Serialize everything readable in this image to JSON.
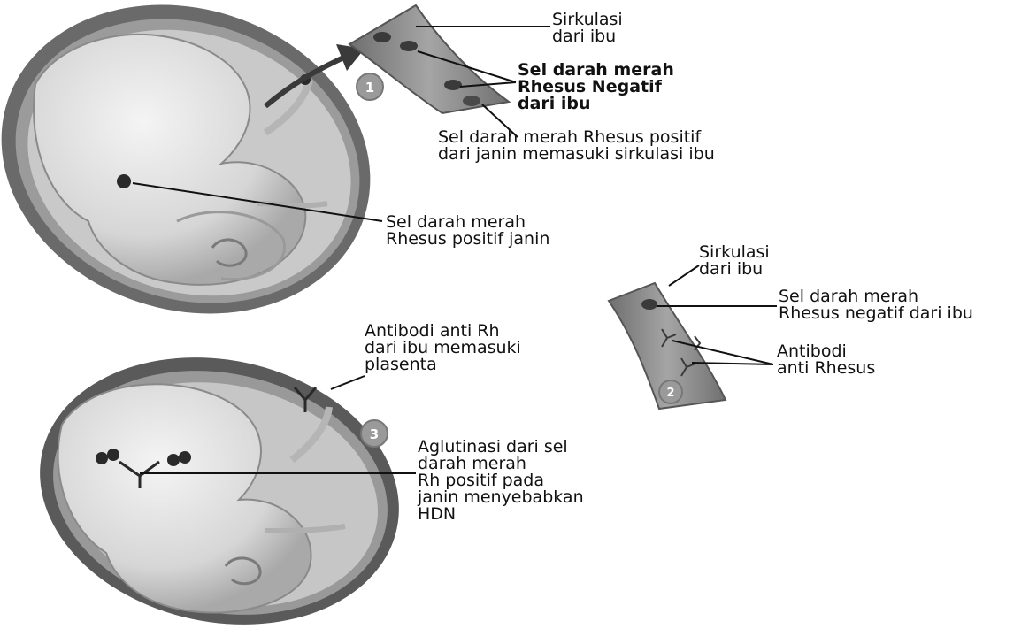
{
  "labels": {
    "maternal_circ_1": [
      "Sirkulasi",
      "dari ibu"
    ],
    "rh_neg_rbc_1": [
      "Sel darah merah",
      "Rhesus Negatif",
      "dari ibu"
    ],
    "rh_pos_enter": [
      "Sel darah merah Rhesus positif",
      "dari janin memasuki sirkulasi ibu"
    ],
    "fetal_rh_pos": [
      "Sel darah merah",
      "Rhesus positif janin"
    ],
    "maternal_circ_2": [
      "Sirkulasi",
      "dari ibu"
    ],
    "rh_neg_rbc_2": [
      "Sel darah merah",
      "Rhesus negatif dari ibu"
    ],
    "anti_rh_antibody": [
      "Antibodi",
      "anti Rhesus"
    ],
    "antibody_placenta": [
      "Antibodi anti Rh",
      "dari ibu memasuki",
      "plasenta"
    ],
    "agglutination": [
      "Aglutinasi dari sel",
      "darah merah",
      "Rh positif pada",
      "janin menyebabkan",
      "HDN"
    ]
  },
  "step_badges": [
    "1",
    "2",
    "3"
  ],
  "colors": {
    "vessel": "#8f8f8f",
    "uterus_wall": "#5a5a5a",
    "fetus": "#e3e3e3",
    "badge": "#9a9a9a",
    "leader_line": "#111111"
  }
}
